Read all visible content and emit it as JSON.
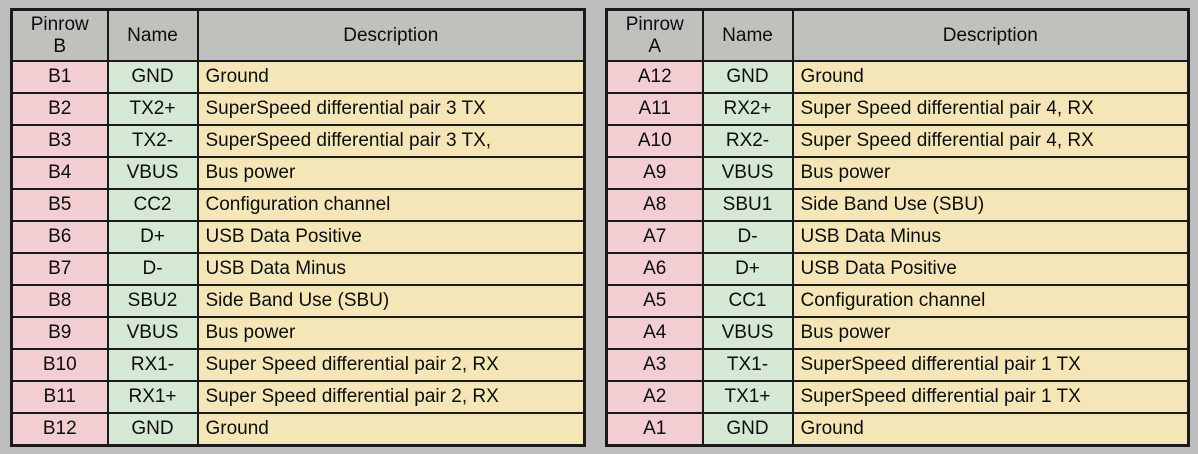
{
  "background_color": "#bdbdbd",
  "palette": {
    "header_gray": "#c0c0bd",
    "pin_pink": "#f2cdd2",
    "name_green": "#d5e8d4",
    "desc_beige": "#f5e6b8",
    "border_black": "#1a1a1a"
  },
  "tables": [
    {
      "id": "pinrow-b",
      "headers": {
        "pinrow_line1": "Pinrow",
        "pinrow_line2": "B",
        "name": "Name",
        "description": "Description"
      },
      "rows": [
        {
          "pin": "B1",
          "name": "GND",
          "description": "Ground"
        },
        {
          "pin": "B2",
          "name": "TX2+",
          "description": "SuperSpeed differential pair 3 TX"
        },
        {
          "pin": "B3",
          "name": "TX2-",
          "description": "SuperSpeed differential pair 3 TX,"
        },
        {
          "pin": "B4",
          "name": "VBUS",
          "description": "Bus power"
        },
        {
          "pin": "B5",
          "name": "CC2",
          "description": "Configuration channel"
        },
        {
          "pin": "B6",
          "name": "D+",
          "description": "USB Data Positive"
        },
        {
          "pin": "B7",
          "name": "D-",
          "description": "USB Data Minus"
        },
        {
          "pin": "B8",
          "name": "SBU2",
          "description": "Side Band Use (SBU)"
        },
        {
          "pin": "B9",
          "name": "VBUS",
          "description": "Bus power"
        },
        {
          "pin": "B10",
          "name": "RX1-",
          "description": "Super Speed differential pair 2, RX"
        },
        {
          "pin": "B11",
          "name": "RX1+",
          "description": "Super Speed differential pair 2, RX"
        },
        {
          "pin": "B12",
          "name": "GND",
          "description": "Ground"
        }
      ]
    },
    {
      "id": "pinrow-a",
      "headers": {
        "pinrow_line1": "Pinrow",
        "pinrow_line2": "A",
        "name": "Name",
        "description": "Description"
      },
      "rows": [
        {
          "pin": "A12",
          "name": "GND",
          "description": "Ground"
        },
        {
          "pin": "A11",
          "name": "RX2+",
          "description": "Super Speed differential pair 4, RX"
        },
        {
          "pin": "A10",
          "name": "RX2-",
          "description": "Super Speed differential pair 4, RX"
        },
        {
          "pin": "A9",
          "name": "VBUS",
          "description": "Bus power"
        },
        {
          "pin": "A8",
          "name": "SBU1",
          "description": "Side Band Use (SBU)"
        },
        {
          "pin": "A7",
          "name": "D-",
          "description": "USB Data Minus"
        },
        {
          "pin": "A6",
          "name": "D+",
          "description": "USB Data Positive"
        },
        {
          "pin": "A5",
          "name": "CC1",
          "description": "Configuration channel"
        },
        {
          "pin": "A4",
          "name": "VBUS",
          "description": "Bus power"
        },
        {
          "pin": "A3",
          "name": "TX1-",
          "description": "SuperSpeed differential pair 1 TX"
        },
        {
          "pin": "A2",
          "name": "TX1+",
          "description": "SuperSpeed differential pair 1 TX"
        },
        {
          "pin": "A1",
          "name": "GND",
          "description": "Ground"
        }
      ]
    }
  ]
}
